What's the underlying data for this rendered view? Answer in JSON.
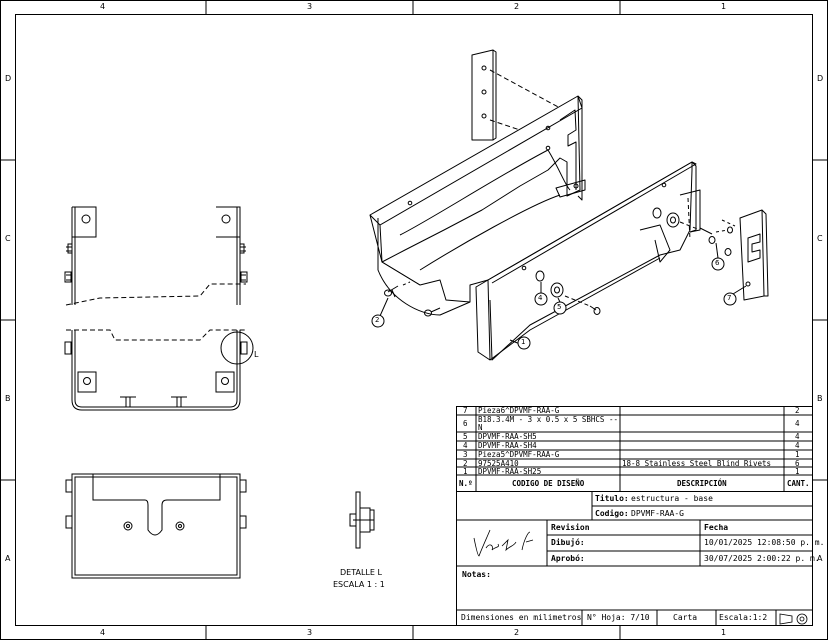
{
  "zones": {
    "columns": [
      "4",
      "3",
      "2",
      "1"
    ],
    "rows": [
      "D",
      "C",
      "B",
      "A"
    ]
  },
  "balloons": [
    "1",
    "2",
    "4",
    "5",
    "6",
    "7"
  ],
  "detail": {
    "marker": "L",
    "title": "DETALLE L",
    "scale": "ESCALA 1 : 1"
  },
  "bom": {
    "headers": {
      "item": "N.º",
      "code": "CODIGO DE DISEÑO",
      "desc": "DESCRIPCIÓN",
      "qty": "CANT."
    },
    "rows": [
      {
        "item": "7",
        "code": "Pieza6^DPVMF-RAA-G",
        "desc": "",
        "qty": "2"
      },
      {
        "item": "6",
        "code": "B18.3.4M - 3 x 0.5 x 5 SBHCS --",
        "code2": "N",
        "desc": "",
        "qty": "4"
      },
      {
        "item": "5",
        "code": "DPVMF-RAA-SH5",
        "desc": "",
        "qty": "4"
      },
      {
        "item": "4",
        "code": "DPVMF-RAA-SH4",
        "desc": "",
        "qty": "4"
      },
      {
        "item": "3",
        "code": "Pieza5^DPVMF-RAA-G",
        "desc": "",
        "qty": "1"
      },
      {
        "item": "2",
        "code": "97525A410",
        "desc": "18-8 Stainless Steel Blind Rivets",
        "qty": "6"
      },
      {
        "item": "1",
        "code": "DPVMF-RAA-SH25",
        "desc": "",
        "qty": "1"
      }
    ]
  },
  "title_block": {
    "titulo_label": "Titulo:",
    "titulo_value": "estructura - base",
    "codigo_label": "Codigo:",
    "codigo_value": "DPVMF-RAA-G",
    "revision_label": "Revision",
    "fecha_label": "Fecha",
    "dibujo_label": "Dibujó:",
    "dibujo_fecha": "10/01/2025 12:08:50 p. m.",
    "aprobo_label": "Aprobó:",
    "aprobo_fecha": "30/07/2025 2:00:22 p. m.",
    "notas_label": "Notas:",
    "units": "Dimensiones en milimetros",
    "hoja": "N° Hoja: 7/10",
    "formato": "Carta",
    "escala": "Escala:1:2"
  }
}
